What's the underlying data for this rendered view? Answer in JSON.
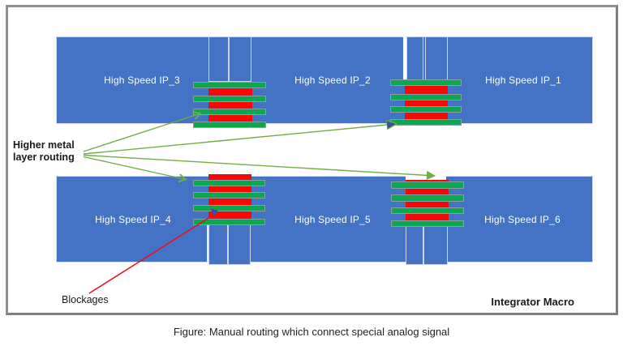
{
  "figure": {
    "caption": "Figure: Manual routing which connect special analog signal",
    "macro_label": "Integrator Macro"
  },
  "diagram": {
    "rows": {
      "top": [
        "High Speed IP_3",
        "High Speed IP_2",
        "High Speed IP_1"
      ],
      "bottom": [
        "High Speed IP_4",
        "High Speed IP_5",
        "High Speed IP_6"
      ]
    },
    "annotations": {
      "higher_metal_line1": "Higher metal",
      "higher_metal_line2": "layer routing",
      "blockages": "Blockages"
    },
    "colors": {
      "ip_block_blue": "#4472C4",
      "routing_green": "#0BA64E",
      "blockage_red": "#FB0505",
      "arrow_green": "#70AD47",
      "marker_navy": "#3D4EA0"
    }
  }
}
